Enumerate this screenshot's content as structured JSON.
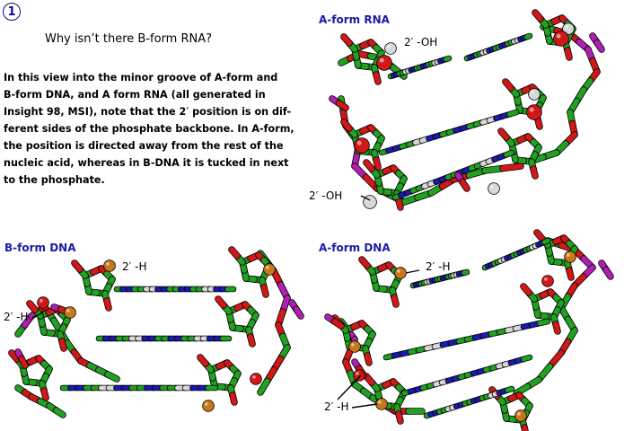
{
  "badge": "1",
  "title": "Why isn’t there B-form RNA?",
  "paragraph": [
    "In this view into the minor groove of A-form and",
    "B-form DNA, and A form RNA (all generated in",
    "Insight 98, MSI), note that the 2′ position is on dif-",
    "ferent sides of the phosphate backbone. In A-form,",
    "the position is directed away from the rest of the",
    "nucleic acid, whereas in B-DNA it is tucked in next",
    "to the phosphate."
  ],
  "panels": {
    "a_rna": {
      "title": "A-form RNA",
      "label_top": "2′ -OH",
      "label_bottom": "2′ -OH"
    },
    "b_dna": {
      "title": "B-form DNA",
      "label_top": "2′ -H",
      "label_left": "2′ -H"
    },
    "a_dna": {
      "title": "A-form DNA",
      "label_top": "2′ -H",
      "label_bottom": "2′ -H"
    }
  },
  "colors": {
    "carbon": "#22a022",
    "oxygen": "#d01818",
    "nitrogen": "#1a1ab0",
    "phosphorus": "#b020b0",
    "hydrogen": "#d8d8d8",
    "title_blue": "#1a1aa8"
  }
}
